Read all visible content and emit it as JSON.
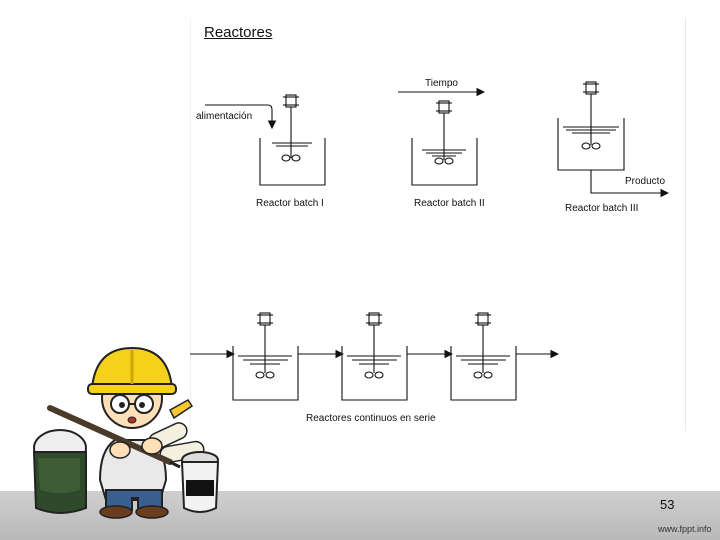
{
  "slide": {
    "title": "Reactores",
    "page_number": "53",
    "site": "www.fppt.info"
  },
  "diagram": {
    "feed_label": "alimentación",
    "time_label": "Tiempo",
    "product_label": "Producto",
    "batch_labels": [
      "Reactor batch I",
      "Reactor batch II",
      "Reactor batch III"
    ],
    "series_label": "Reactores continuos en serie"
  }
}
